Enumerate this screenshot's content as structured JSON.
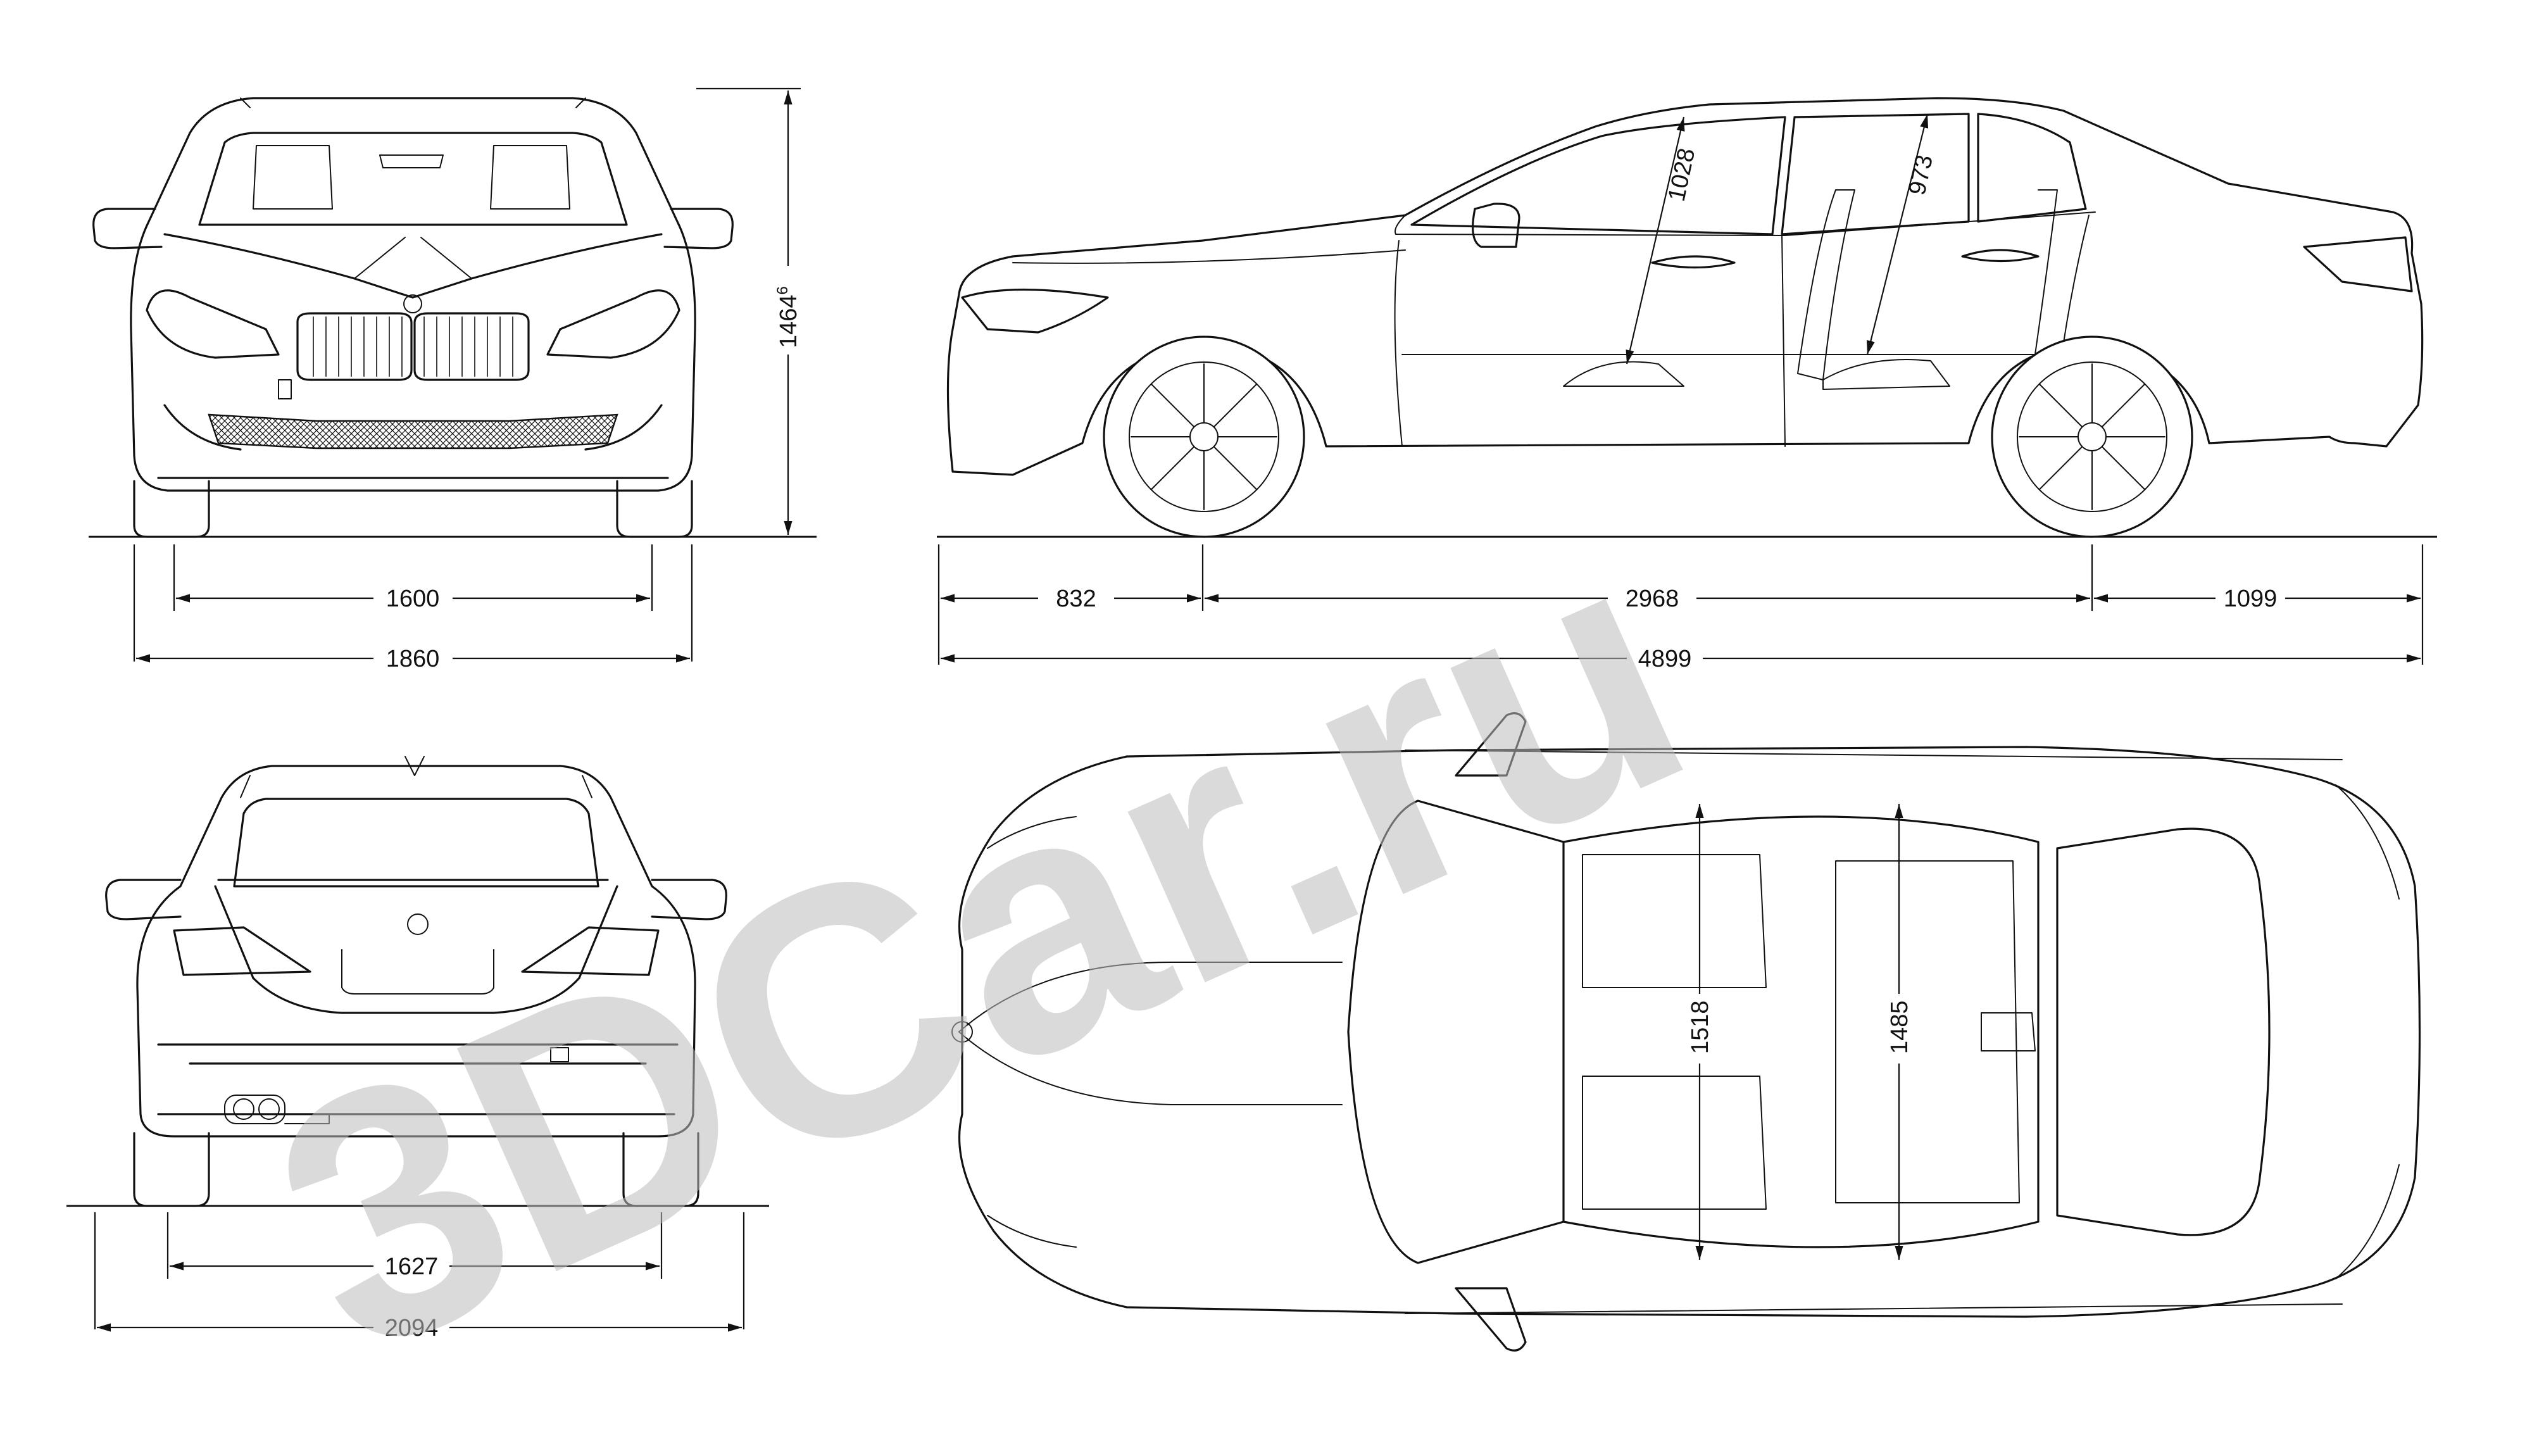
{
  "watermark": "3DCar.ru",
  "views": [
    "front",
    "side",
    "rear",
    "top"
  ],
  "dimensions": {
    "front_track": "1600",
    "front_width": "1860",
    "height": "1464",
    "height_superscript": "6",
    "front_overhang": "832",
    "wheelbase": "2968",
    "rear_overhang": "1099",
    "length": "4899",
    "rear_track": "1627",
    "width_with_mirrors": "2094",
    "front_headroom": "1028",
    "rear_headroom": "973",
    "front_shoulder_width": "1518",
    "rear_shoulder_width": "1485"
  }
}
